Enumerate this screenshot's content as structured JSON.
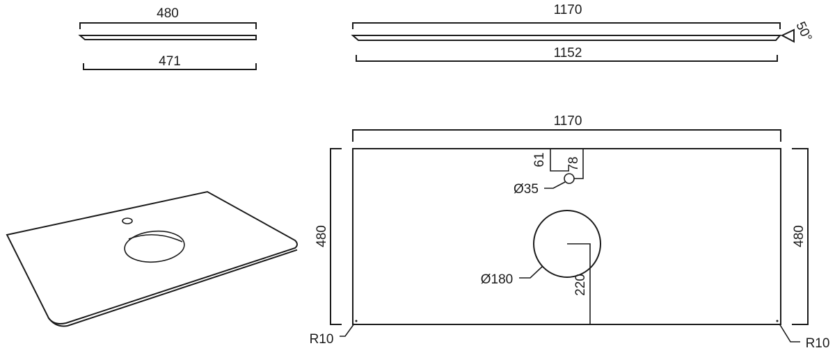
{
  "side_view_small": {
    "top_length": "480",
    "bottom_length": "471"
  },
  "side_view_large": {
    "top_length": "1170",
    "bottom_length": "1152",
    "edge_angle": "50°"
  },
  "top_view": {
    "width": "1170",
    "depth_left": "480",
    "depth_right": "480",
    "tap_hole_offset_x": "61",
    "tap_hole_offset_y": "78",
    "tap_hole_diameter": "Ø35",
    "basin_diameter": "Ø180",
    "basin_center_offset": "220",
    "corner_radius_left": "R10",
    "corner_radius_right": "R10"
  }
}
